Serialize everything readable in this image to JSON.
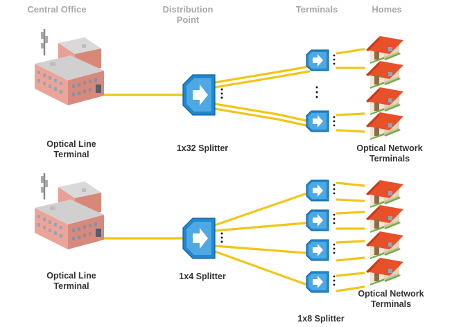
{
  "headers": {
    "central_office": "Central Office",
    "distribution_point_line1": "Distribution",
    "distribution_point_line2": "Point",
    "terminals": "Terminals",
    "homes": "Homes"
  },
  "top_network": {
    "olt_label_line1": "Optical Line",
    "olt_label_line2": "Terminal",
    "splitter_label": "1x32 Splitter",
    "ont_label_line1": "Optical Network",
    "ont_label_line2": "Terminals"
  },
  "bottom_network": {
    "olt_label_line1": "Optical Line",
    "olt_label_line2": "Terminal",
    "splitter_label": "1x4 Splitter",
    "terminal_splitter_label": "1x8 Splitter",
    "ont_label_line1": "Optical Network",
    "ont_label_line2": "Terminals"
  },
  "colors": {
    "fiber": "#f2c518",
    "splitter_blue": "#1e88d0",
    "roof": "#e8502a",
    "building_pink": "#e9a096"
  }
}
